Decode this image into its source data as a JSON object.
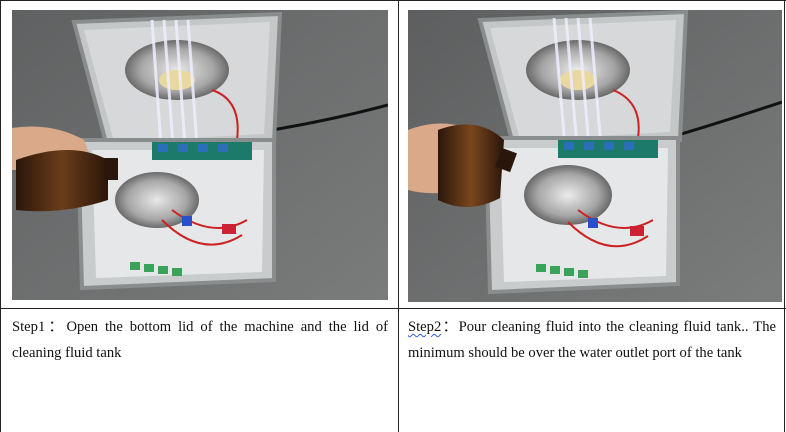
{
  "steps": [
    {
      "label": "Step1",
      "text": "：Open the bottom lid of the machine and the lid of cleaning fluid tank"
    },
    {
      "label": "Step2",
      "text": "：Pour cleaning fluid into the cleaning fluid tank.. The minimum should be over the water outlet port of the tank"
    }
  ],
  "colors": {
    "border": "#222222",
    "floor": "#6d6f6f",
    "case_frame": "#c9cccd",
    "bottle": "#4a2a12",
    "bowl": "#b8b8b8",
    "pcb": "#1b7a6a"
  },
  "icons": {
    "photo1": "machine-open-lid-photo",
    "photo2": "pouring-fluid-photo"
  }
}
